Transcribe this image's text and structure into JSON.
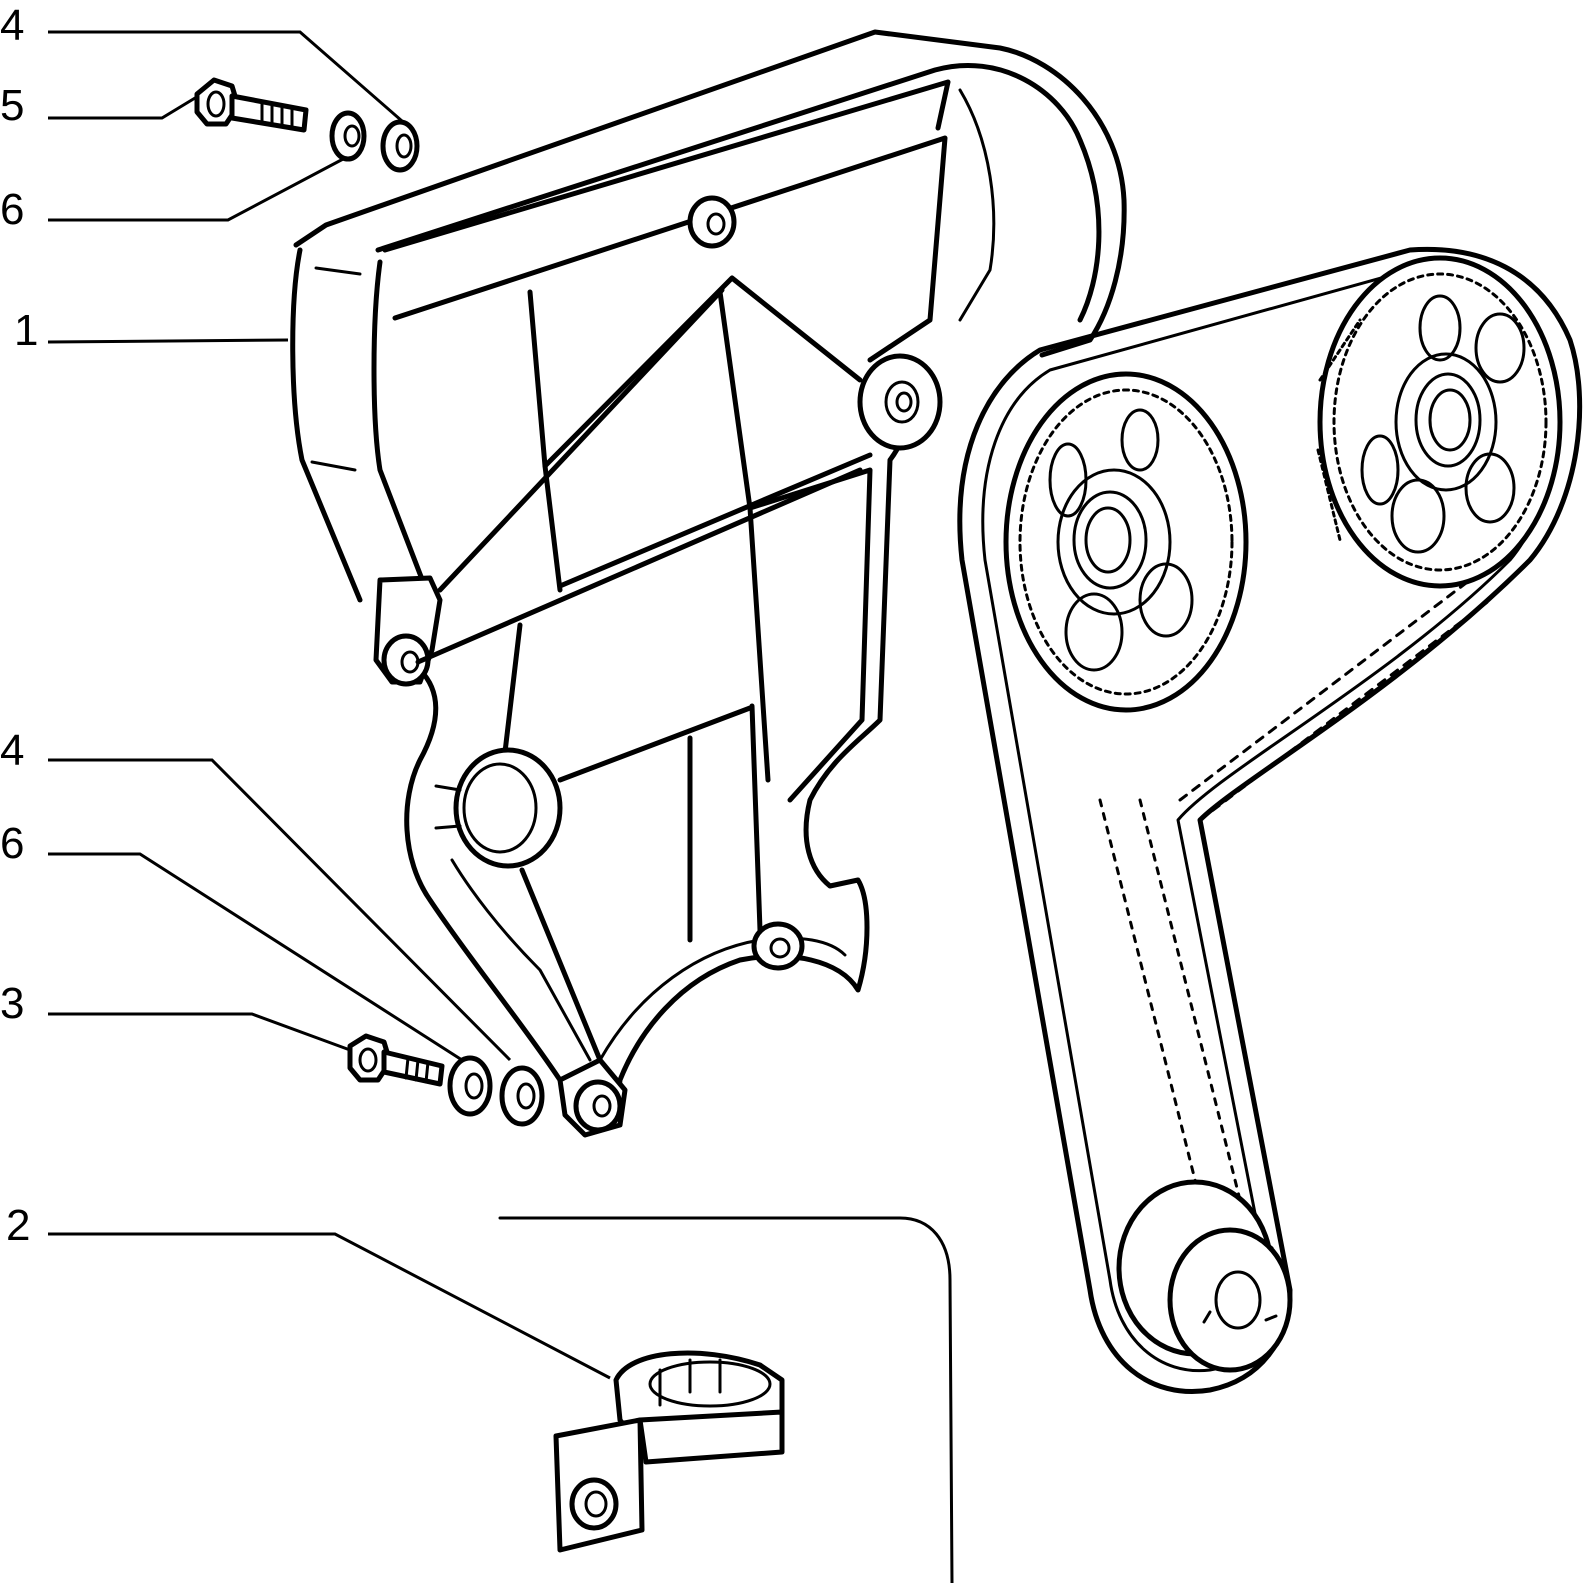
{
  "callouts": [
    {
      "id": "c4a",
      "label": "4",
      "part": "washer"
    },
    {
      "id": "c5",
      "label": "5",
      "part": "bolt"
    },
    {
      "id": "c6a",
      "label": "6",
      "part": "washer"
    },
    {
      "id": "c1",
      "label": "1",
      "part": "timing-belt-cover"
    },
    {
      "id": "c4b",
      "label": "4",
      "part": "washer"
    },
    {
      "id": "c6b",
      "label": "6",
      "part": "washer"
    },
    {
      "id": "c3",
      "label": "3",
      "part": "bolt"
    },
    {
      "id": "c2",
      "label": "2",
      "part": "bracket"
    }
  ]
}
